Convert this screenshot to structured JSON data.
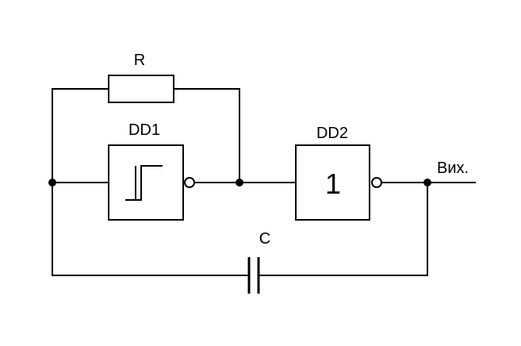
{
  "labels": {
    "resistor": "R",
    "gate1": "DD1",
    "gate2": "DD2",
    "gate2_symbol": "1",
    "capacitor": "C",
    "output": "Вих."
  },
  "gate1": {
    "type": "schmitt-trigger-inverter",
    "inverted_output": true
  },
  "gate2": {
    "type": "inverter",
    "inverted_output": true
  },
  "colors": {
    "ink": "#000000",
    "background": "#ffffff"
  }
}
